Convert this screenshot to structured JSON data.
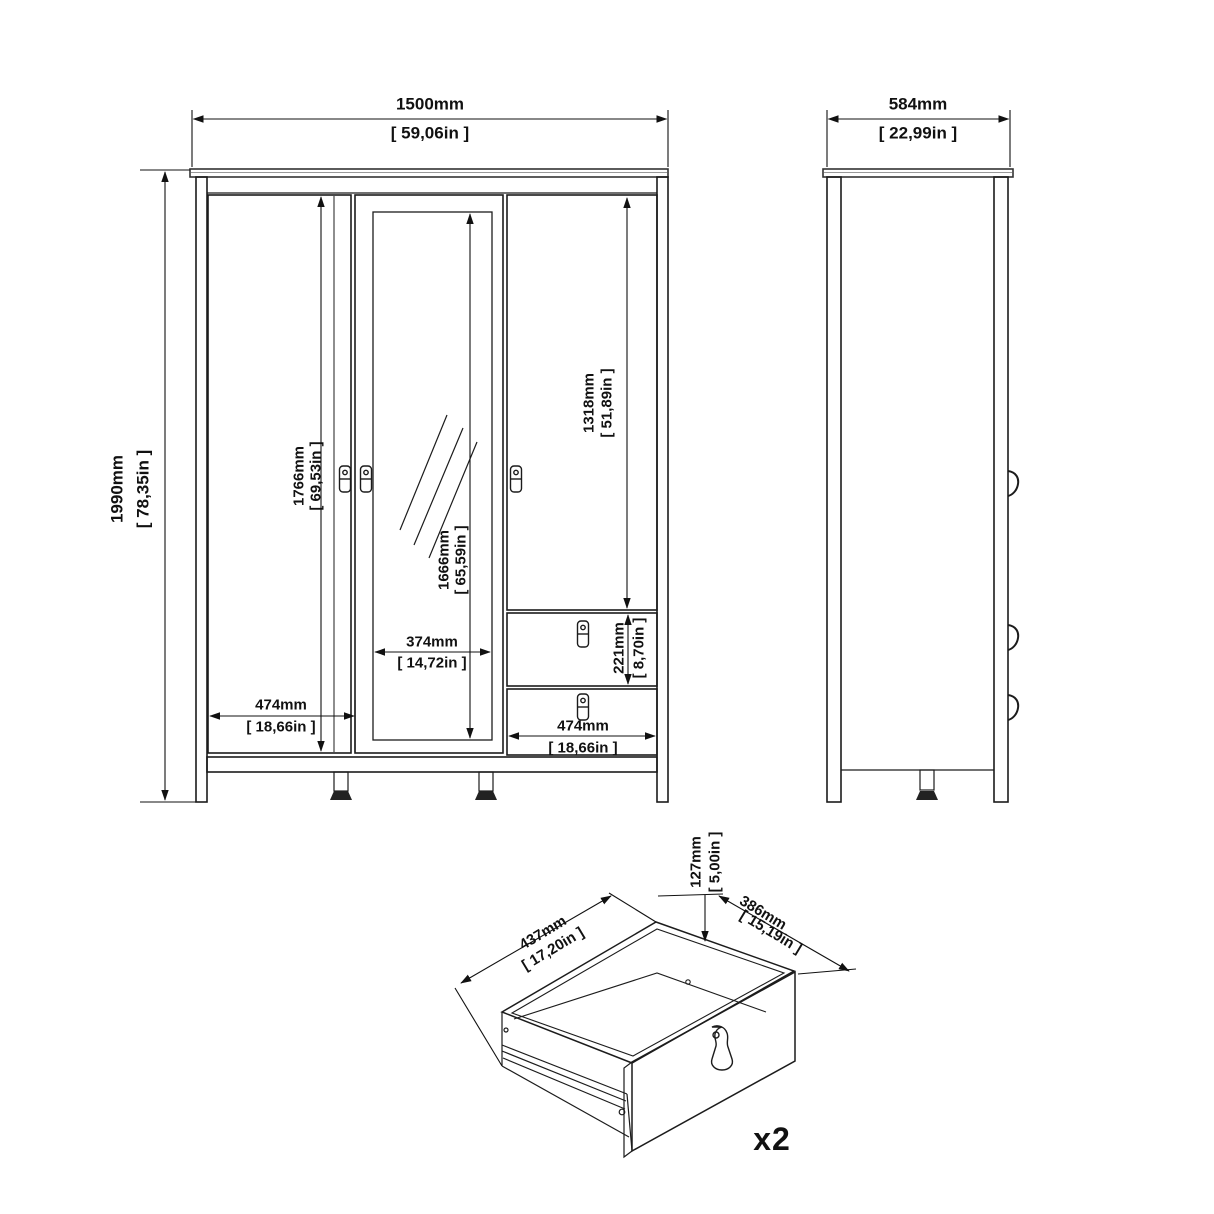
{
  "title": "wardrobe-dimension-drawing",
  "front_view": {
    "width_mm": "1500mm",
    "width_in": "[ 59,06in ]",
    "height_mm": "1990mm",
    "height_in": "[ 78,35in ]",
    "left_door_height_mm": "1766mm",
    "left_door_height_in": "[ 69,53in ]",
    "mirror_height_mm": "1666mm",
    "mirror_height_in": "[ 65,59in ]",
    "right_door_height_mm": "1318mm",
    "right_door_height_in": "[ 51,89in ]",
    "drawer_height_mm": "221mm",
    "drawer_height_in": "[ 8,70in ]",
    "mirror_width_mm": "374mm",
    "mirror_width_in": "[ 14,72in ]",
    "left_door_width_mm": "474mm",
    "left_door_width_in": "[ 18,66in ]",
    "right_drawer_width_mm": "474mm",
    "right_drawer_width_in": "[ 18,66in ]"
  },
  "side_view": {
    "depth_mm": "584mm",
    "depth_in": "[ 22,99in ]"
  },
  "drawer_detail": {
    "width_mm": "437mm",
    "width_in": "[ 17,20in ]",
    "front_height_mm": "127mm",
    "front_height_in": "[ 5,00in ]",
    "depth_mm": "386mm",
    "depth_in": "[ 15,19in ]",
    "quantity": "x2"
  },
  "colors": {
    "ink": "#1c1c1c",
    "dim": "#111111",
    "background": "#ffffff"
  }
}
